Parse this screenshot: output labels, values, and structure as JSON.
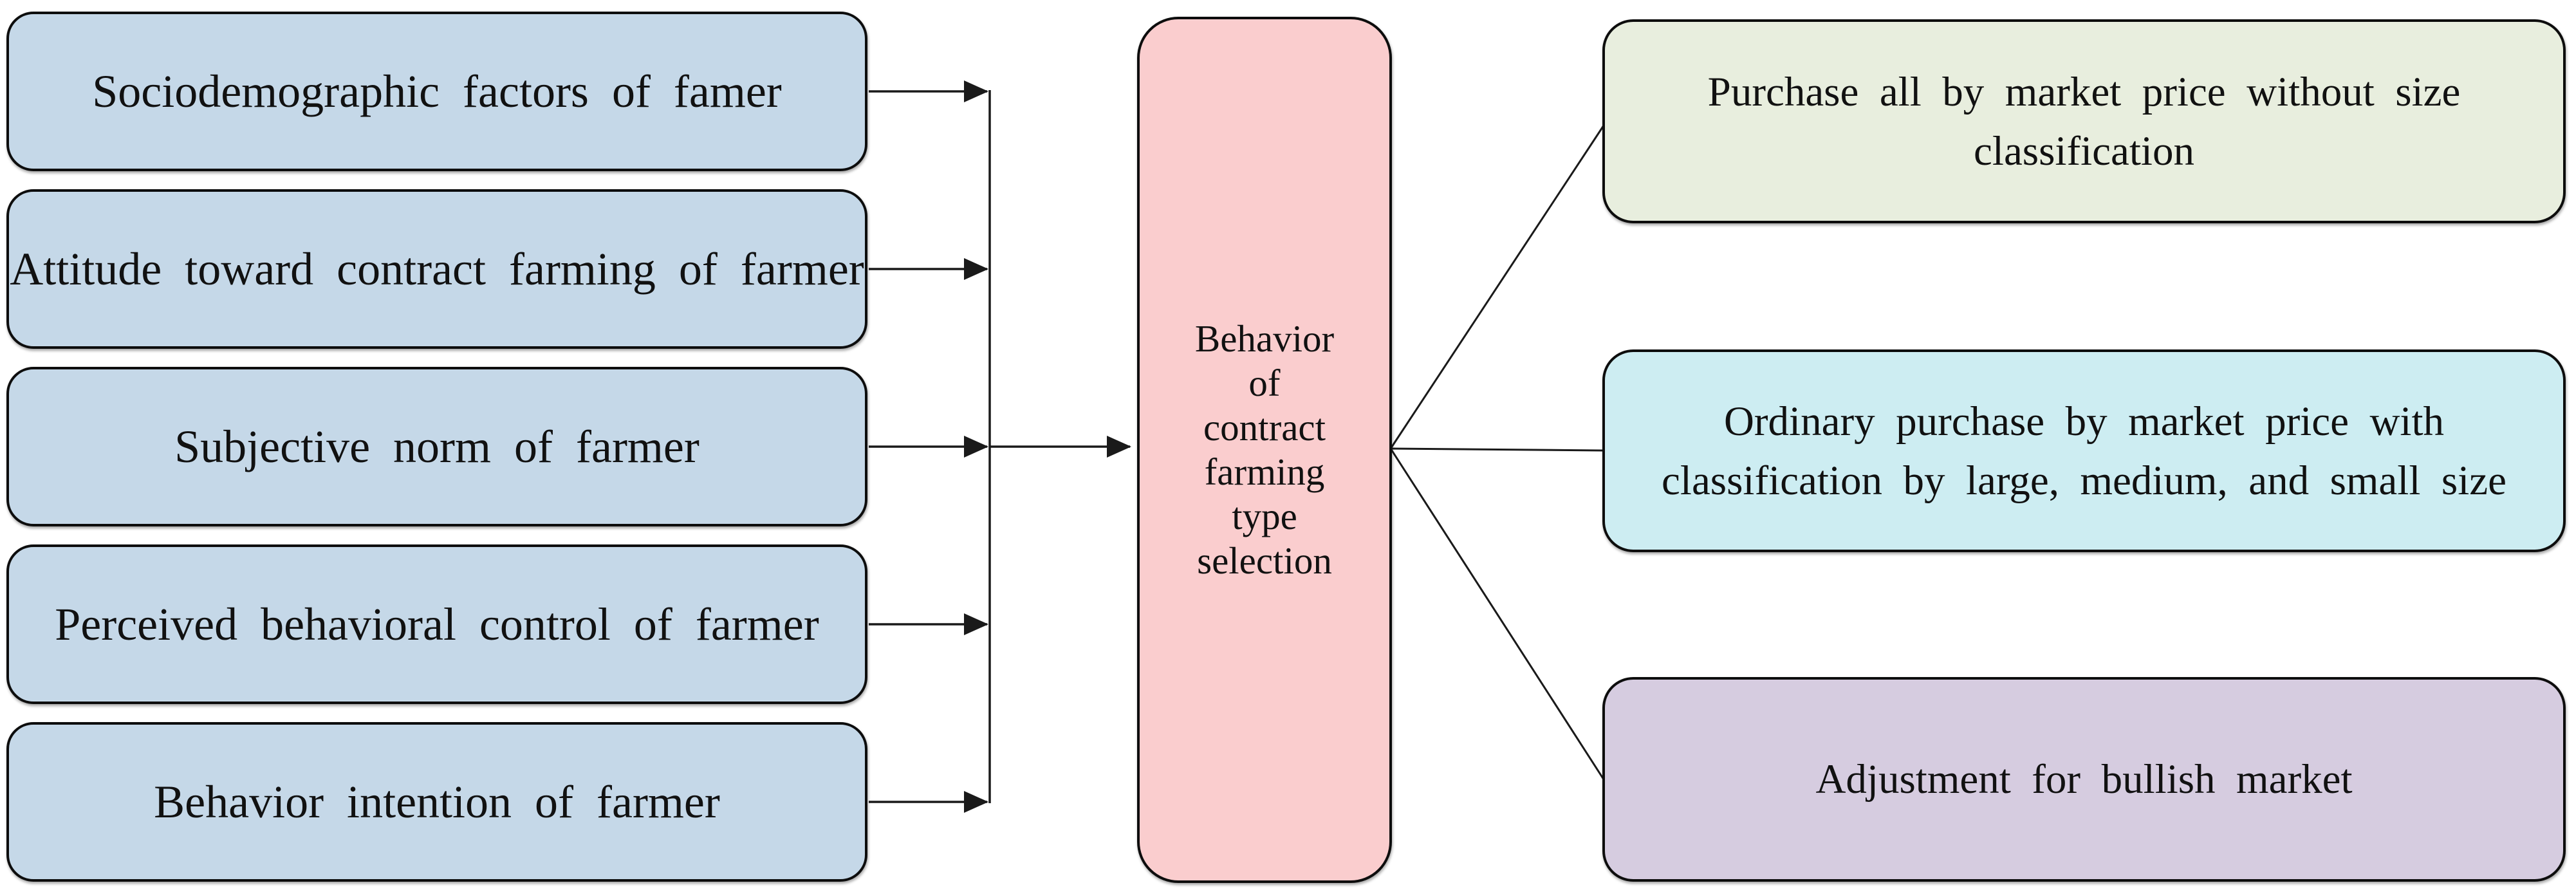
{
  "diagram": {
    "background": "#ffffff",
    "line_color": "#1a1a1a",
    "text_color": "#111111",
    "left_column": {
      "fill": "#c5d8e8",
      "boxes": [
        {
          "label": "Sociodemographic factors of famer"
        },
        {
          "label": "Attitude toward contract farming of farmer"
        },
        {
          "label": "Subjective norm of farmer"
        },
        {
          "label": "Perceived behavioral control of farmer"
        },
        {
          "label": "Behavior intention of farmer"
        }
      ]
    },
    "center_box": {
      "fill": "#facdce",
      "lines": [
        "Behavior",
        "of",
        "contract",
        "farming",
        "type",
        "selection"
      ]
    },
    "right_column": {
      "boxes": [
        {
          "fill": "#e8eede",
          "lines": [
            "Purchase all by market price without size",
            "classification"
          ]
        },
        {
          "fill": "#cdedf2",
          "lines": [
            "Ordinary purchase by market price with",
            "classification by large, medium, and small size"
          ]
        },
        {
          "fill": "#d6cce0",
          "lines": [
            "Adjustment for bullish market"
          ]
        }
      ]
    }
  }
}
